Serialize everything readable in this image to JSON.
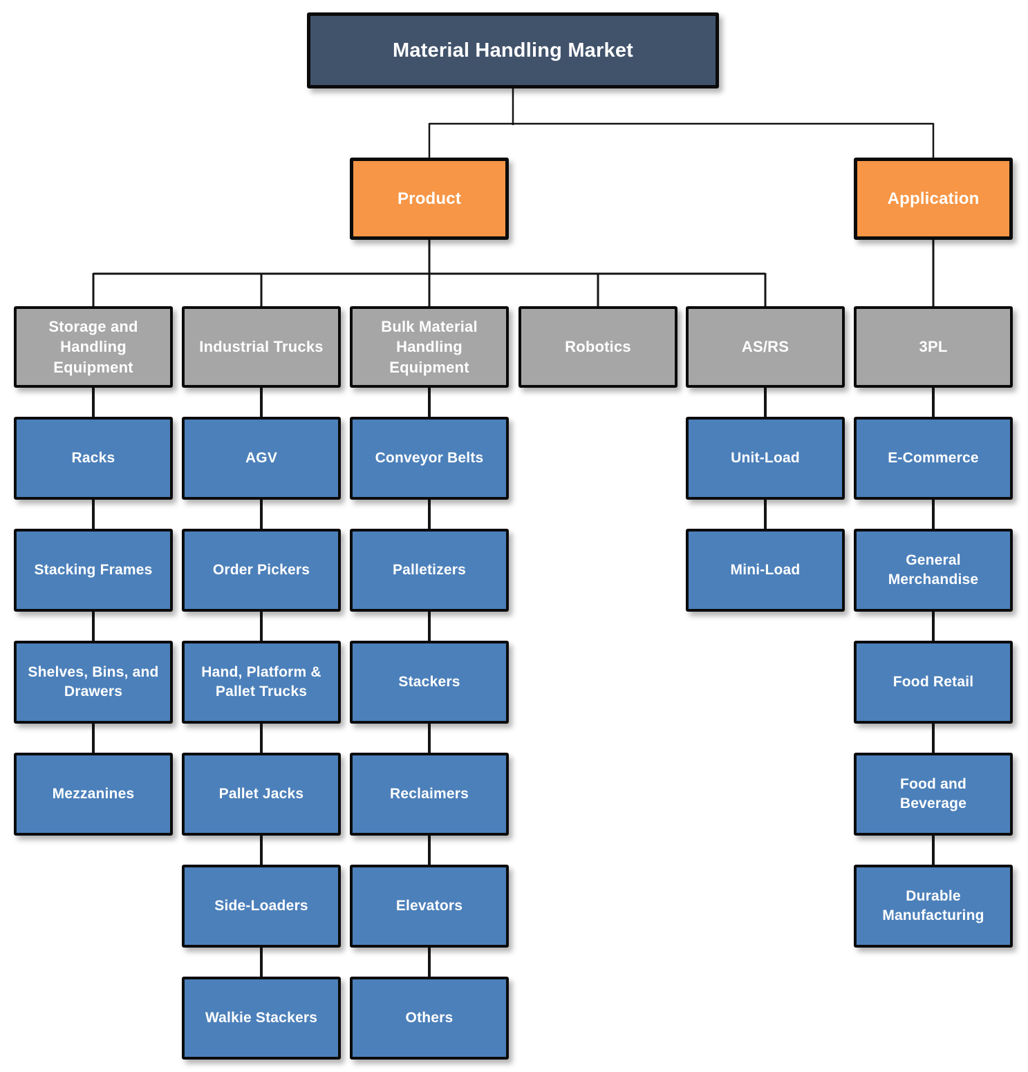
{
  "diagram": {
    "root": {
      "label": "Material Handling Market"
    },
    "branches": [
      {
        "label": "Product"
      },
      {
        "label": "Application"
      }
    ],
    "categories": [
      {
        "label": "Storage and Handling Equipment",
        "children": [
          "Racks",
          "Stacking Frames",
          "Shelves, Bins, and Drawers",
          "Mezzanines"
        ]
      },
      {
        "label": "Industrial Trucks",
        "children": [
          "AGV",
          "Order Pickers",
          "Hand, Platform & Pallet Trucks",
          "Pallet Jacks",
          "Side-Loaders",
          "Walkie Stackers"
        ]
      },
      {
        "label": "Bulk Material Handling Equipment",
        "children": [
          "Conveyor Belts",
          "Palletizers",
          "Stackers",
          "Reclaimers",
          "Elevators",
          "Others"
        ]
      },
      {
        "label": "Robotics",
        "children": []
      },
      {
        "label": "AS/RS",
        "children": [
          "Unit-Load",
          "Mini-Load"
        ]
      },
      {
        "label": "3PL",
        "children": [
          "E-Commerce",
          "General Merchandise",
          "Food Retail",
          "Food and Beverage",
          "Durable Manufacturing"
        ]
      }
    ]
  },
  "colors": {
    "root_fill": "#41536B",
    "branch_fill": "#F79646",
    "category_fill": "#A6A6A6",
    "leaf_fill": "#4C80BA",
    "node_border": "#0B0B0B",
    "node_text": "#FFFFFF",
    "connector": "#151515"
  }
}
